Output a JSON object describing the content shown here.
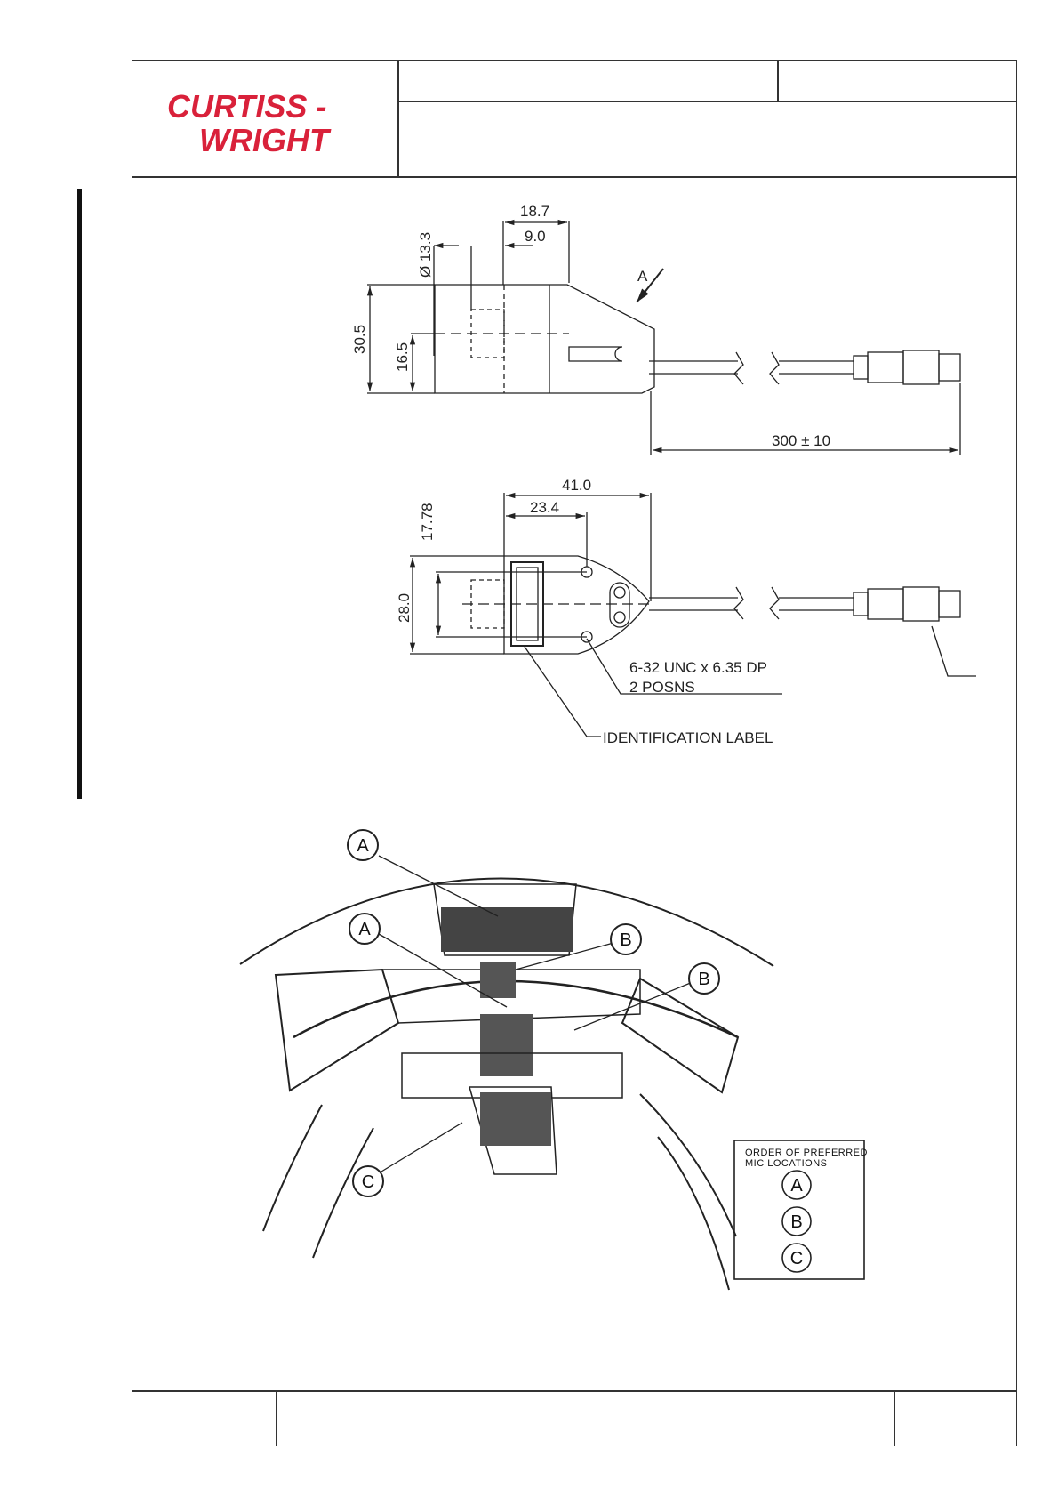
{
  "header": {
    "logo_line1": "CURTISS -",
    "logo_line2": "WRIGHT",
    "brand_color": "#d9213a"
  },
  "side_view": {
    "dim_top_a": "18.7",
    "dim_top_b": "9.0",
    "dim_dia": "Ø 13.3",
    "dim_height": "30.5",
    "dim_half": "16.5",
    "dim_cable": "300 ± 10",
    "view_marker": "A"
  },
  "top_view": {
    "dim_len": "41.0",
    "dim_inner": "23.4",
    "dim_hole": "17.78",
    "dim_width": "28.0",
    "thread_line1": "6-32 UNC x 6.35 DP",
    "thread_line2": "2 POSNS",
    "id_label": "IDENTIFICATION LABEL"
  },
  "cockpit": {
    "callouts": [
      "A",
      "A",
      "B",
      "B",
      "C"
    ],
    "legend_title_1": "ORDER OF PREFERRED",
    "legend_title_2": "MIC  LOCATIONS",
    "legend_items": [
      "A",
      "B",
      "C"
    ]
  }
}
